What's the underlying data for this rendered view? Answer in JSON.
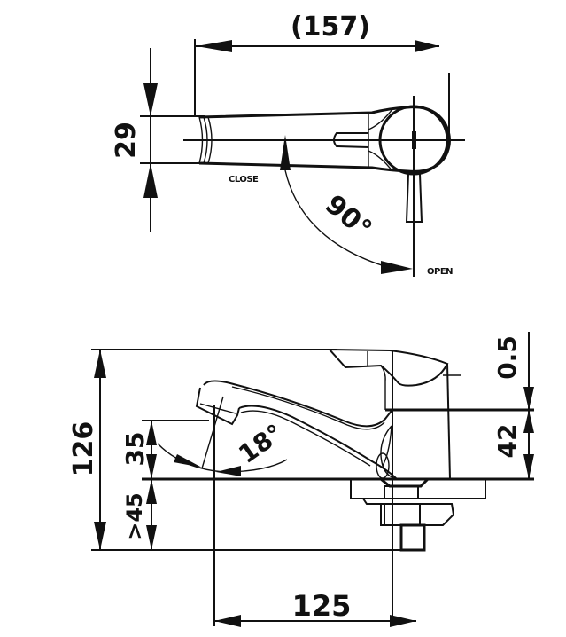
{
  "diagram": {
    "title": "Basin faucet technical drawing",
    "color": "#111111",
    "background": "#ffffff",
    "top_view": {
      "width_dim": "(157)",
      "height_dim": "29",
      "rotation_angle": "90°",
      "close_label": "CLOSE",
      "open_label": "OPEN"
    },
    "side_view": {
      "total_height_dim": "126",
      "spout_height_dim": "35",
      "min_below_dim": ">45",
      "spout_angle": "18°",
      "top_offset_dim": "0.5",
      "body_height_dim": "42",
      "reach_dim": "125"
    }
  }
}
